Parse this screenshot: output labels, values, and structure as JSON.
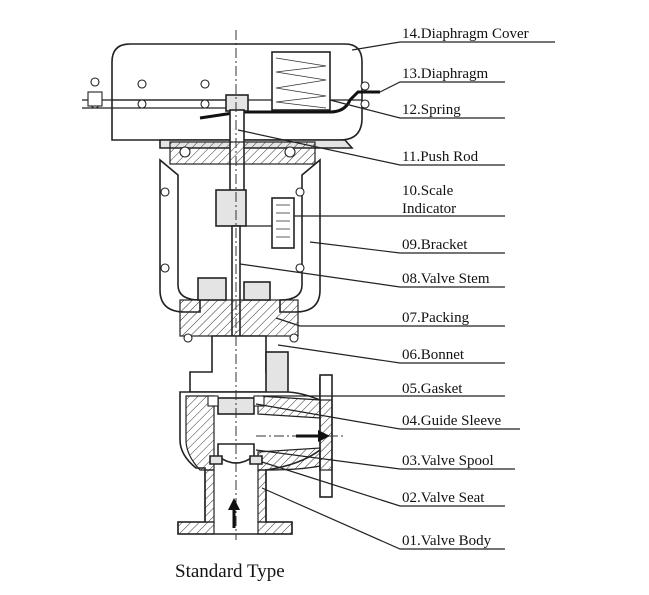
{
  "caption": "Standard Type",
  "parts": [
    {
      "label": "14.Diaphragm Cover"
    },
    {
      "label": "13.Diaphragm"
    },
    {
      "label": "12.Spring"
    },
    {
      "label": "11.Push Rod"
    },
    {
      "label": "10.Scale",
      "label2": "Indicator"
    },
    {
      "label": "09.Bracket"
    },
    {
      "label": "08.Valve Stem"
    },
    {
      "label": "07.Packing"
    },
    {
      "label": "06.Bonnet"
    },
    {
      "label": "05.Gasket"
    },
    {
      "label": "04.Guide Sleeve"
    },
    {
      "label": "03.Valve Spool"
    },
    {
      "label": "02.Valve Seat"
    },
    {
      "label": "01.Valve Body"
    }
  ]
}
